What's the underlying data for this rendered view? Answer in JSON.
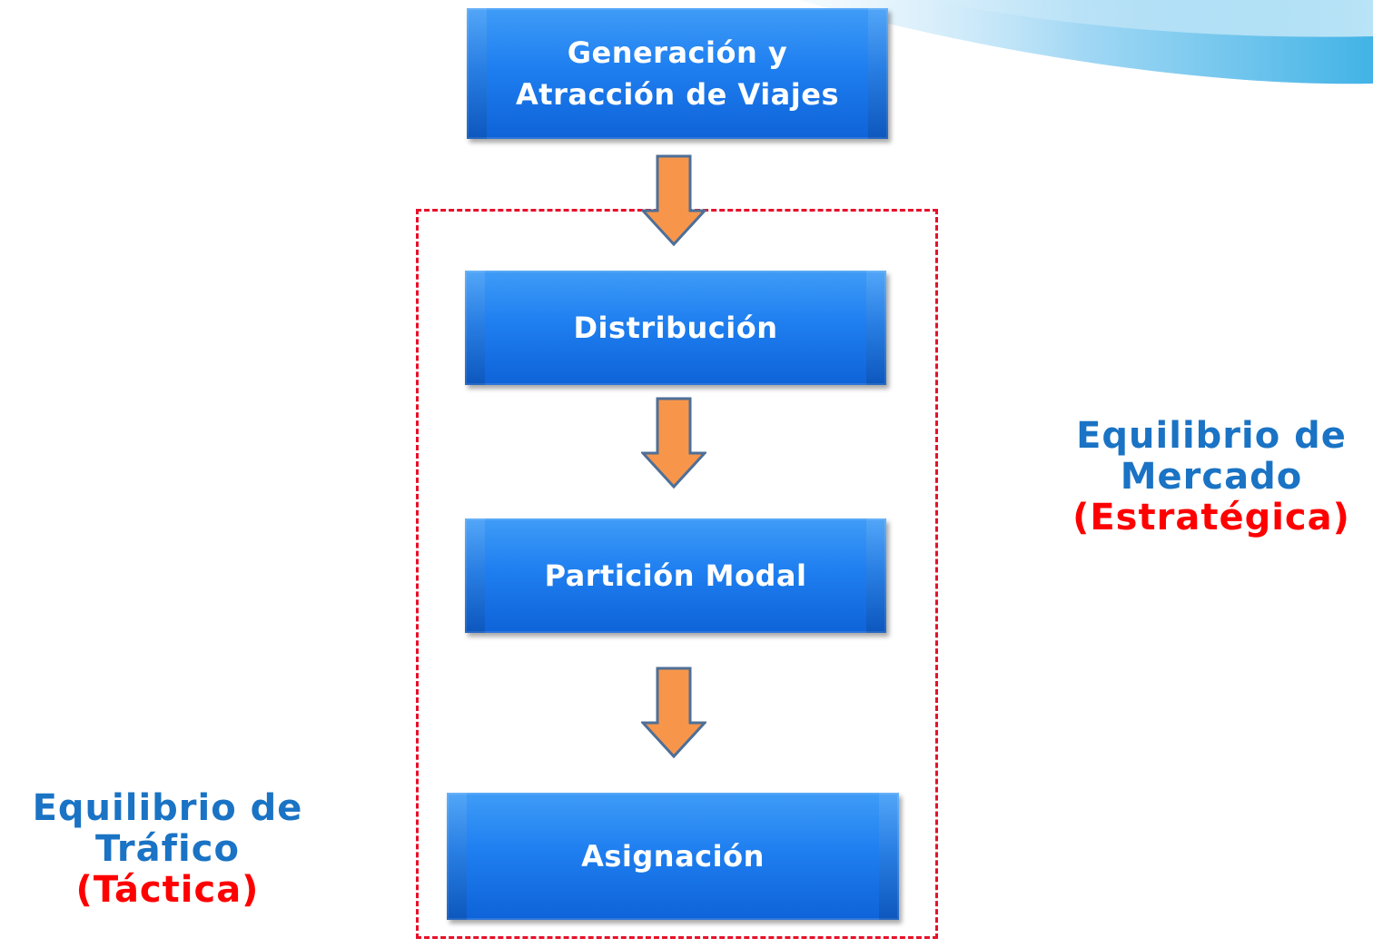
{
  "colors": {
    "box_blue": "#1f7ff0",
    "arrow_orange": "#f7964a",
    "arrow_outline": "#4e6f97",
    "dashed_red": "#e8102a",
    "label_blue": "#1a73c4",
    "label_red": "#ff0000"
  },
  "boxes": {
    "generation": {
      "line1": "Generación y",
      "line2": "Atracción de Viajes"
    },
    "distribution": {
      "label": "Distribución"
    },
    "modal_split": {
      "label": "Partición Modal"
    },
    "assignment": {
      "label": "Asignación"
    }
  },
  "labels": {
    "market": {
      "line1": "Equilibrio de",
      "line2": "Mercado",
      "line3": "(Estratégica)"
    },
    "traffic": {
      "line1": "Equilibrio de",
      "line2": "Tráfico",
      "line3": "(Táctica)"
    }
  },
  "icons": {
    "arrow": "down-arrow-icon"
  }
}
